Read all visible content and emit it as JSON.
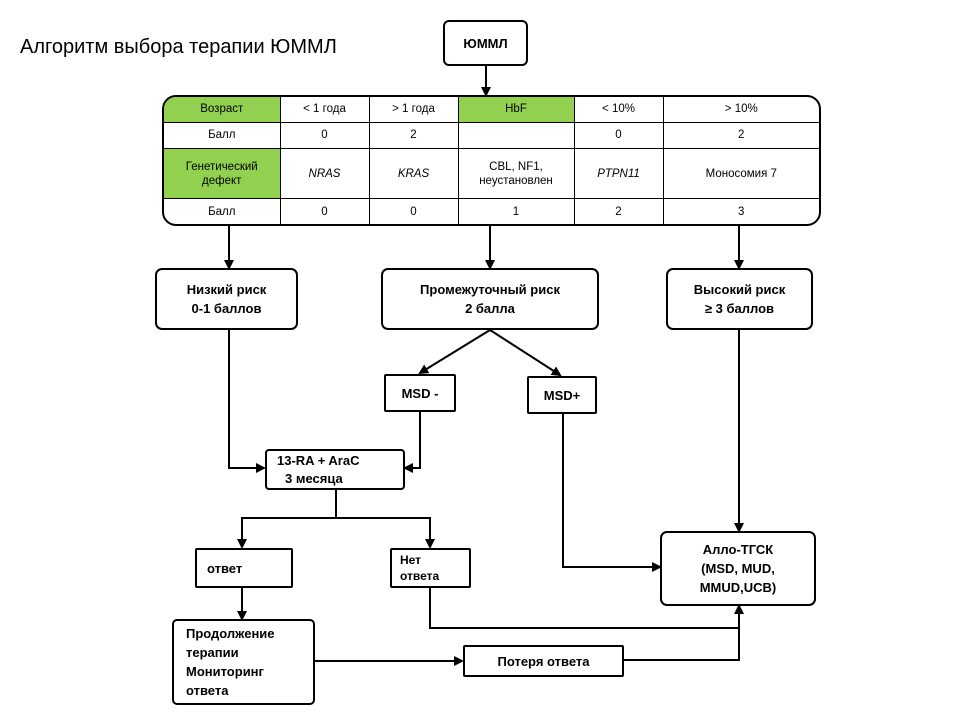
{
  "title": "Алгоритм выбора терапии ЮММЛ",
  "top_node": "ЮММЛ",
  "colors": {
    "header_fill": "#92d050",
    "stroke": "#000000"
  },
  "table": {
    "rows": [
      [
        "Возраст",
        "< 1 года",
        "> 1 года",
        "HbF",
        "< 10%",
        "> 10%"
      ],
      [
        "Балл",
        "0",
        "2",
        "",
        "0",
        "2"
      ],
      [
        "Генетический дефект",
        "NRAS",
        "KRAS",
        "CBL, NF1, неустановлен",
        "PTPN11",
        "Моносомия 7"
      ],
      [
        "Балл",
        "0",
        "0",
        "1",
        "2",
        "3"
      ]
    ]
  },
  "nodes": {
    "low_risk": {
      "line1": "Низкий риск",
      "line2": "0-1 баллов"
    },
    "intermediate_risk": {
      "line1": "Промежуточный риск",
      "line2": "2 балла"
    },
    "high_risk": {
      "line1": "Высокий риск",
      "line2": "≥ 3 баллов"
    },
    "msd_neg": "MSD -",
    "msd_pos": "MSD+",
    "ra_arac": {
      "line1": "13-RA + AraC",
      "line2": "3 месяца"
    },
    "allo_hsct": {
      "line1": "Алло-ТГСК",
      "line2": "(MSD, MUD,",
      "line3": "MMUD,UCB)"
    },
    "response": "ответ",
    "no_response": {
      "line1": "Нет",
      "line2": "ответа"
    },
    "continue_therapy": {
      "line1": "Продолжение",
      "line2": "терапии",
      "line3": "Мониторинг",
      "line4": "ответа"
    },
    "loss_of_response": "Потеря ответа"
  }
}
